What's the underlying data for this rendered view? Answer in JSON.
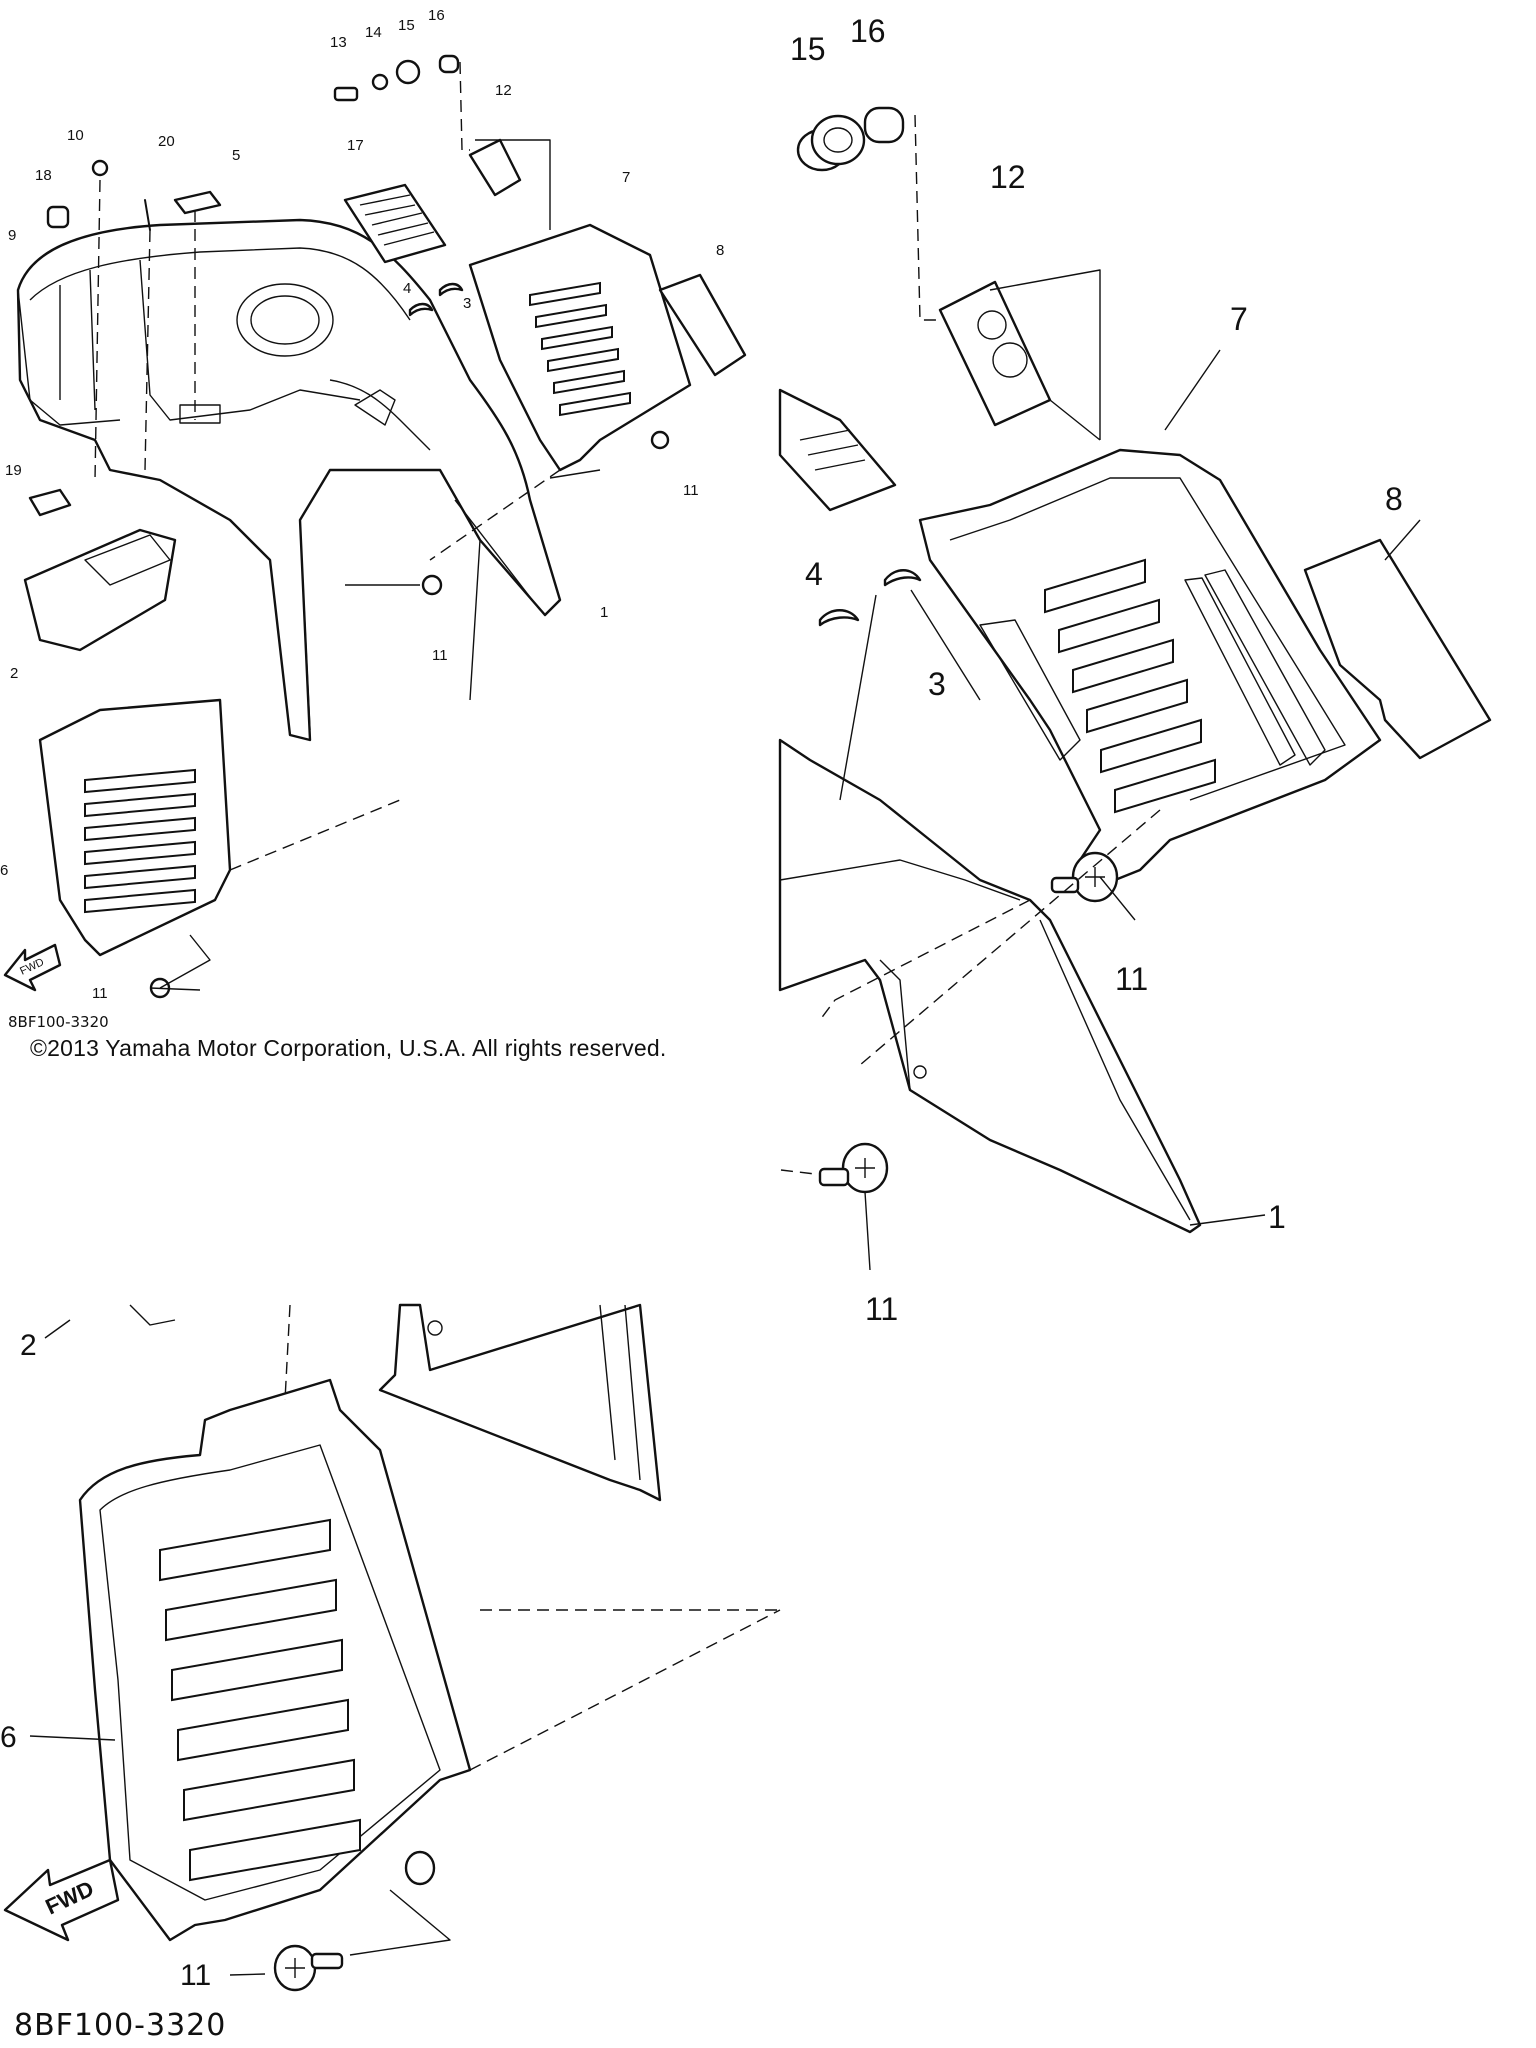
{
  "diagram": {
    "code": "8BF100-3320",
    "copyright": "©2013 Yamaha Motor Corporation, U.S.A. All rights reserved.",
    "direction_arrow": "FWD",
    "callouts": [
      "1",
      "2",
      "3",
      "4",
      "5",
      "6",
      "7",
      "8",
      "9",
      "10",
      "11",
      "12",
      "13",
      "14",
      "15",
      "16",
      "17",
      "18",
      "19",
      "20"
    ]
  },
  "zoom_right": {
    "callouts": [
      "15",
      "16",
      "12",
      "7",
      "8",
      "4",
      "3",
      "11",
      "11",
      "1"
    ]
  },
  "zoom_bottom": {
    "callouts": [
      "2",
      "6",
      "11"
    ],
    "direction_arrow": "FWD",
    "code": "8BF100-3320"
  }
}
